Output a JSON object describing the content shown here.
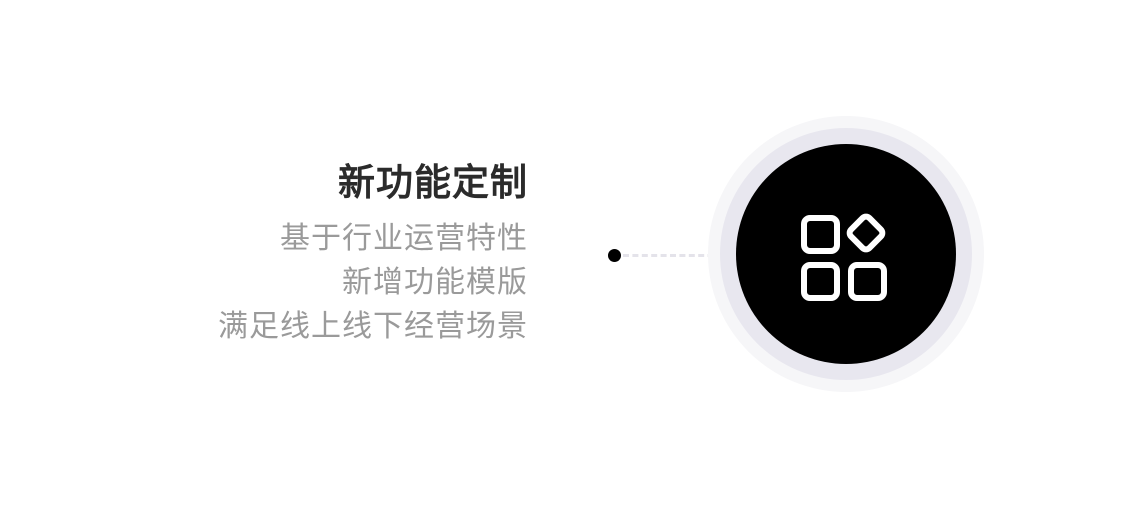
{
  "feature": {
    "title": "新功能定制",
    "description_lines": [
      "基于行业运营特性",
      "新增功能模版",
      "满足线上线下经营场景"
    ],
    "icon": "apps-grid-icon"
  },
  "colors": {
    "circle": "#000000",
    "ring": "#e8e7ef",
    "text": "#9a9a9a"
  }
}
